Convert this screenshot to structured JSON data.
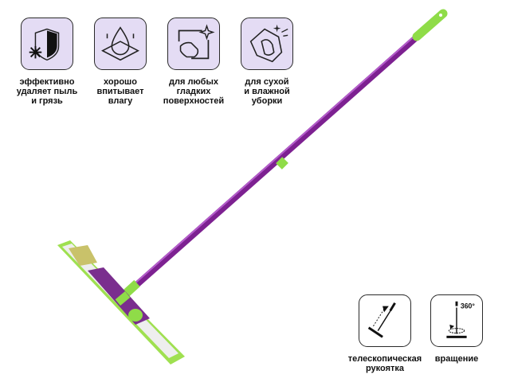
{
  "features": [
    {
      "icon": "shield-dust-icon",
      "label": "эффективно\nудаляет пыль\nи грязь"
    },
    {
      "icon": "water-drop-icon",
      "label": "хорошо\nвпитывает\nвлагу"
    },
    {
      "icon": "hand-wipe-surface-icon",
      "label": "для любых\nгладких\nповерхностей"
    },
    {
      "icon": "hand-cloth-icon",
      "label": "для сухой\nи влажной\nуборки"
    }
  ],
  "properties": [
    {
      "icon": "telescopic-handle-icon",
      "label": "телескопическая\nрукоятка"
    },
    {
      "icon": "rotation-icon",
      "label": "вращение",
      "badge": "360°"
    }
  ],
  "product": {
    "name": "mop",
    "handle_color": "#8b2aa0",
    "accent_color": "#8fe04a"
  }
}
